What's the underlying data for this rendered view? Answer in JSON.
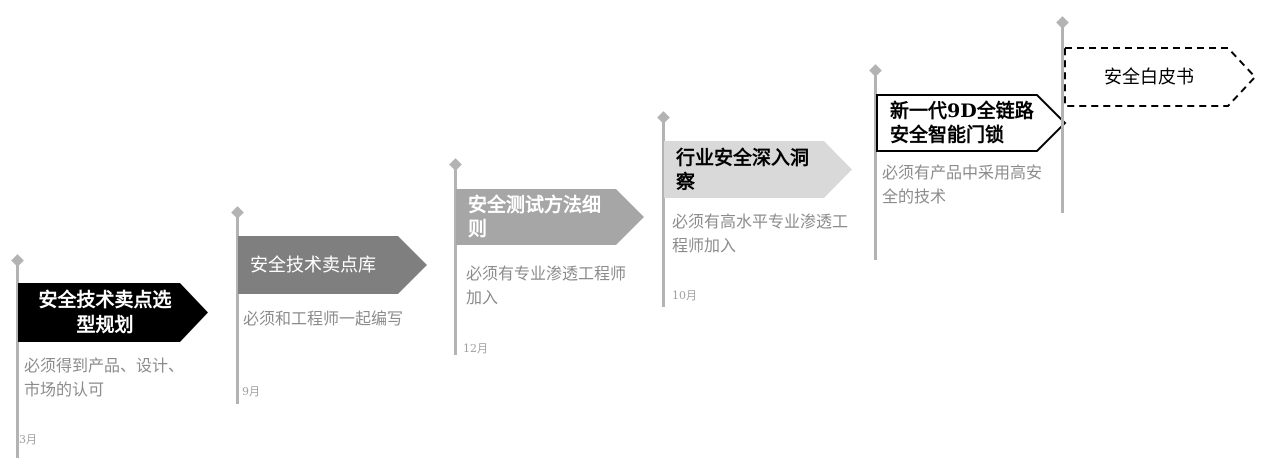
{
  "milestones": [
    {
      "title": "安全技术卖点选型规划",
      "description": "必须得到产品、设计、市场的认可",
      "month": "3月",
      "fill": "#000000",
      "text_color": "#ffffff"
    },
    {
      "title": "安全技术卖点库",
      "description": "必须和工程师一起编写",
      "month": "9月",
      "fill": "#7f7f7f",
      "text_color": "#ffffff"
    },
    {
      "title": "安全测试方法细则",
      "description": "必须有专业渗透工程师加入",
      "month": "12月",
      "fill": "#a6a6a6",
      "text_color": "#ffffff"
    },
    {
      "title": "行业安全深入洞察",
      "description": "必须有高水平专业渗透工程师加入",
      "month": "10月",
      "fill": "#d9d9d9",
      "text_color": "#000000"
    },
    {
      "title": "新一代9D全链路安全智能门锁",
      "description": "必须有产品中采用高安全的技术",
      "month": "",
      "fill": "#ffffff",
      "text_color": "#000000",
      "border": "#000000"
    },
    {
      "title": "安全白皮书",
      "description": "",
      "month": "",
      "fill": "#ffffff",
      "text_color": "#000000",
      "border": "#000000",
      "border_style": "dashed"
    }
  ]
}
